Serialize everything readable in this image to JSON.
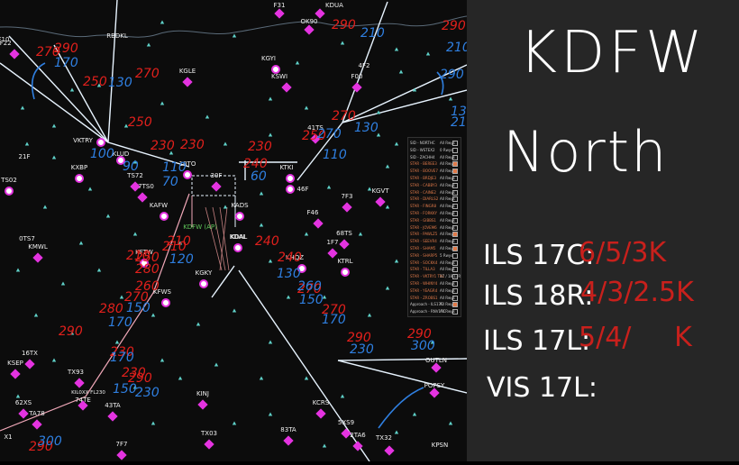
{
  "notes": {
    "title_line1": "KDFW",
    "title_line2": "North",
    "rows": [
      {
        "label": "ILS 17C:",
        "value": "6/5/3K"
      },
      {
        "label": "ILS 18R:",
        "value": "4/3/2.5K"
      },
      {
        "label": "ILS 17L:",
        "value": "5/4/     K"
      },
      {
        "label": "VIS 17L:",
        "value": ""
      }
    ],
    "colors": {
      "label": "#ffffff",
      "value": "#c8201c",
      "bg": "#262626"
    }
  },
  "map": {
    "colors": {
      "bg": "#0c0c0c",
      "route": "#e8f4ff",
      "alt_red": "#e0201c",
      "alt_blue": "#2f7fe0",
      "airport": "#e433e0",
      "fix": "#5fd1c8",
      "coast": "#5a6a78",
      "pink_route": "#f0a8b8"
    },
    "airports": [
      {
        "id": "F31"
      },
      {
        "id": "KDUA"
      },
      {
        "id": "OK90"
      },
      {
        "id": "F10"
      },
      {
        "id": "8F22"
      },
      {
        "id": "KGLE"
      },
      {
        "id": "KGYI"
      },
      {
        "id": "KSWI"
      },
      {
        "id": "F00"
      },
      {
        "id": "4F2"
      },
      {
        "id": "KLUD"
      },
      {
        "id": "KXBP"
      },
      {
        "id": "TS02"
      },
      {
        "id": "TS72"
      },
      {
        "id": "7TS0"
      },
      {
        "id": "21F"
      },
      {
        "id": "10TO"
      },
      {
        "id": "30F"
      },
      {
        "id": "KTKI"
      },
      {
        "id": "46F"
      },
      {
        "id": "41TS"
      },
      {
        "id": "7F3"
      },
      {
        "id": "KGVT"
      },
      {
        "id": "KAFW"
      },
      {
        "id": "KADS"
      },
      {
        "id": "F46"
      },
      {
        "id": "68TS"
      },
      {
        "id": "0TS7"
      },
      {
        "id": "KMWL"
      },
      {
        "id": "KDAL"
      },
      {
        "id": "1F7"
      },
      {
        "id": "KHQZ"
      },
      {
        "id": "KTRL"
      },
      {
        "id": "KFTW"
      },
      {
        "id": "KGKY"
      },
      {
        "id": "KFWS"
      },
      {
        "id": "16TX"
      },
      {
        "id": "KSEP"
      },
      {
        "id": "TX93"
      },
      {
        "id": "74TE"
      },
      {
        "id": "KINJ"
      },
      {
        "id": "KCRS"
      },
      {
        "id": "62XS"
      },
      {
        "id": "TA78"
      },
      {
        "id": "43TA"
      },
      {
        "id": "5XS9"
      },
      {
        "id": "2TA6"
      },
      {
        "id": "83TA"
      },
      {
        "id": "TX03"
      },
      {
        "id": "X1"
      },
      {
        "id": "7F7"
      },
      {
        "id": "TX32"
      },
      {
        "id": "KPSN"
      },
      {
        "id": "POPSY"
      },
      {
        "id": "OUTLN"
      },
      {
        "id": "RBDKL"
      },
      {
        "id": "VKTRY"
      }
    ],
    "kdfw_label": "KDFW (AP)",
    "fix_text_kdal": "KDAL",
    "fl_label": "KIL0XX FL230",
    "alt_red": [
      "290",
      "290",
      "270",
      "270",
      "250",
      "250",
      "230",
      "230",
      "230",
      "210",
      "250",
      "270",
      "210",
      "290",
      "230",
      "230",
      "290",
      "270",
      "270",
      "270",
      "240",
      "250",
      "290",
      "280",
      "280",
      "240",
      "260",
      "290",
      "210",
      "290",
      "240",
      "290",
      "290"
    ],
    "alt_blue": [
      "170",
      "150",
      "130",
      "210",
      "210",
      "240",
      "210",
      "130",
      "100",
      "90",
      "60",
      "110",
      "110",
      "130",
      "130",
      "120",
      "150",
      "170",
      "170",
      "230",
      "150",
      "300",
      "300",
      "170",
      "70",
      "230",
      "290",
      "270",
      "260"
    ]
  },
  "legend": {
    "rows": [
      {
        "name": "SID - NORTHC",
        "rwy": "All Rwys",
        "checked": false
      },
      {
        "name": "SID - WSTEX2",
        "rwy": "0 Rwys",
        "checked": false
      },
      {
        "name": "SID - ZACHH4",
        "rwy": "All Rwys",
        "checked": false
      },
      {
        "name": "STAR - BEREE3",
        "rwy": "All Rwys",
        "checked": true
      },
      {
        "name": "STAR - BOOVE7",
        "rwy": "All Rwys",
        "checked": true
      },
      {
        "name": "STAR - BRDJE3",
        "rwy": "All Rwys",
        "checked": false
      },
      {
        "name": "STAR - CABBY3",
        "rwy": "All Rwys",
        "checked": false
      },
      {
        "name": "STAR - CAINE2",
        "rwy": "All Rwys",
        "checked": false
      },
      {
        "name": "STAR - DIARLS2",
        "rwy": "All Rwys",
        "checked": false
      },
      {
        "name": "STAR - FINGR8",
        "rwy": "All Rwys",
        "checked": false
      },
      {
        "name": "STAR - FORKKY",
        "rwy": "All Rwys",
        "checked": false
      },
      {
        "name": "STAR - GIBBS1",
        "rwy": "All Rwys",
        "checked": false
      },
      {
        "name": "STAR - JOVEM6",
        "rwy": "All Rwys",
        "checked": false
      },
      {
        "name": "STAR - PAWLZ5",
        "rwy": "All Rwys",
        "checked": true
      },
      {
        "name": "STAR - SEEVR4",
        "rwy": "All Rwys",
        "checked": false
      },
      {
        "name": "STAR - SHAM5",
        "rwy": "All Rwys",
        "checked": true
      },
      {
        "name": "STAR - SHARP5",
        "rwy": "5 Rwys",
        "checked": false
      },
      {
        "name": "STAR - SOCKK4",
        "rwy": "All Rwys",
        "checked": false
      },
      {
        "name": "STAR - TILLA3",
        "rwy": "All Rwys",
        "checked": false
      },
      {
        "name": "STAR - VKTRY1 TRC",
        "rwy": "17 / 18 17R",
        "checked": false
      },
      {
        "name": "STAR - WHINY4",
        "rwy": "All Rwys",
        "checked": false
      },
      {
        "name": "STAR - YEAGR4",
        "rwy": "All Rwys",
        "checked": false
      },
      {
        "name": "STAR - ZROBS1",
        "rwy": "All Rwys",
        "checked": false
      },
      {
        "name": "Approach - ILS17C",
        "rwy": "All Rwys",
        "checked": true
      },
      {
        "name": "Approach - RNV17C",
        "rwy": "All Rwys",
        "checked": false
      }
    ]
  }
}
